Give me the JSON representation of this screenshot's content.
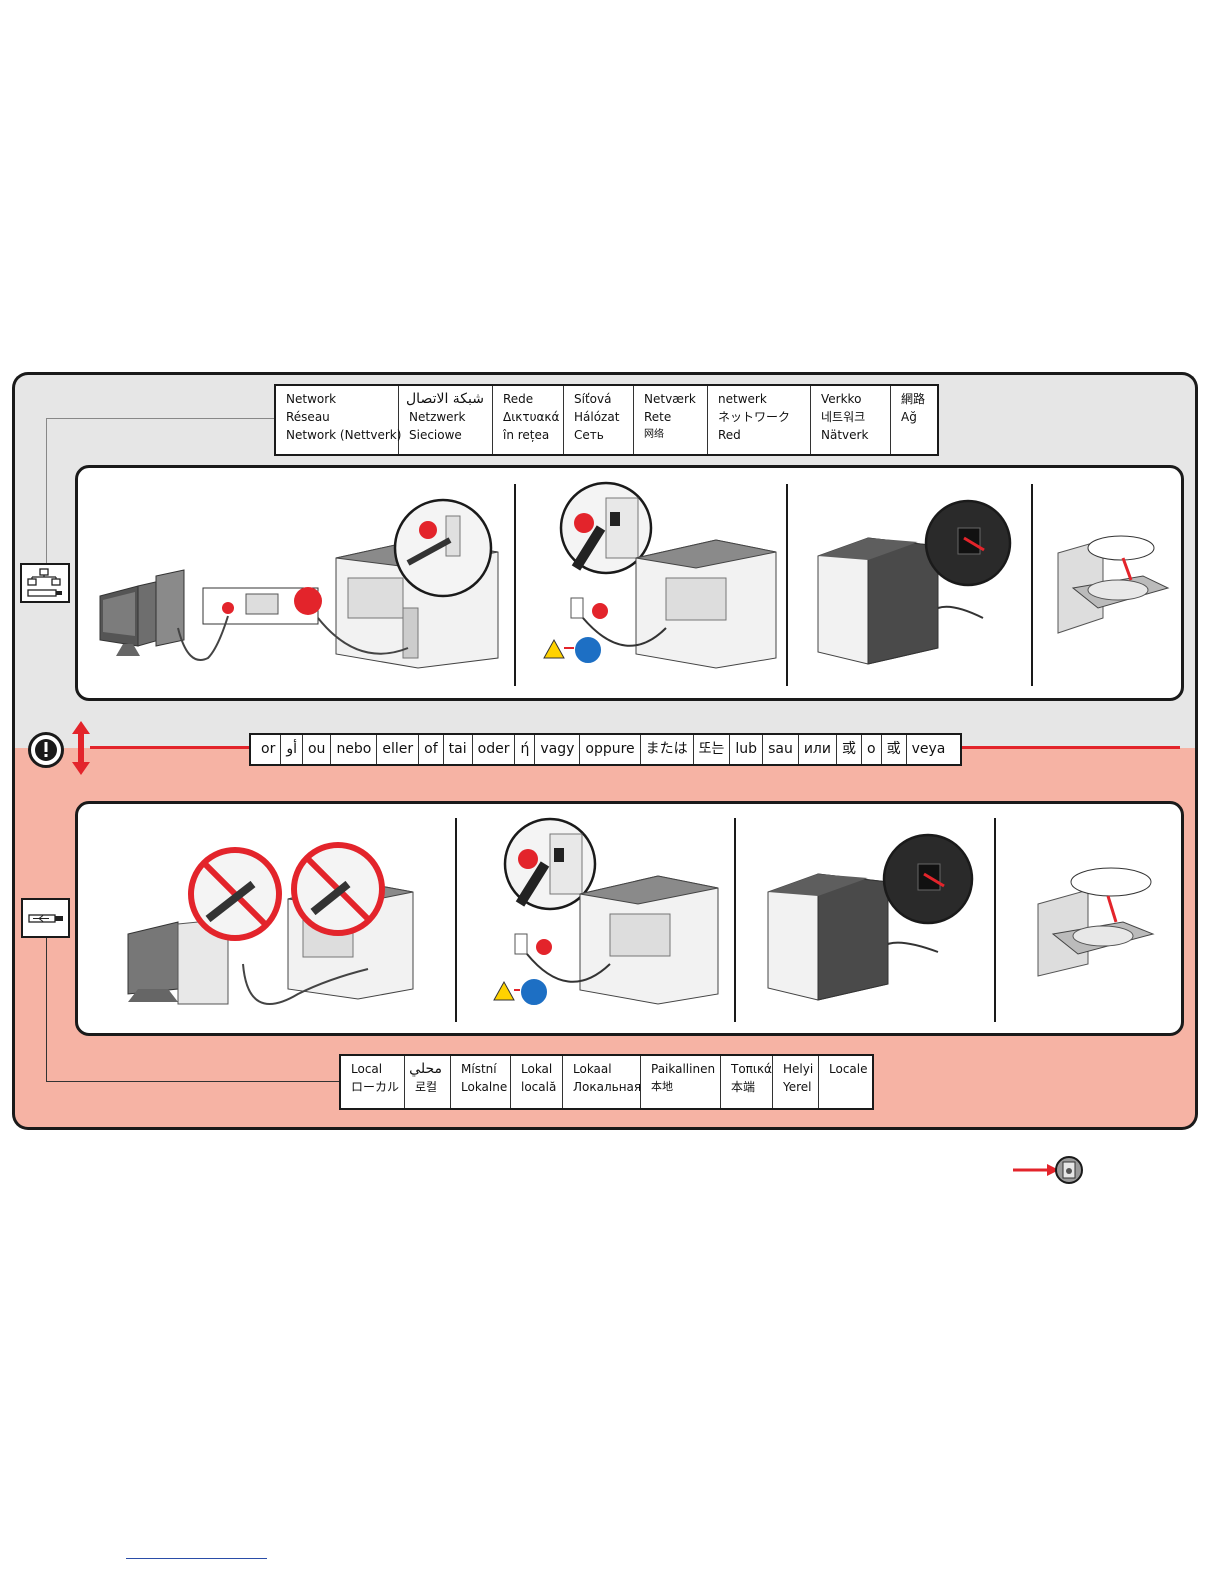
{
  "network_label": {
    "columns": [
      [
        "Network",
        "Réseau",
        "Network (Nettverk)"
      ],
      [
        "شبكة الاتصال",
        "Netzwerk",
        "Sieciowe"
      ],
      [
        "Rede",
        "Δικτυακά",
        "în rețea"
      ],
      [
        "Síťová",
        "Hálózat",
        "Сеть"
      ],
      [
        "Netværk",
        "Rete",
        "网络"
      ],
      [
        "netwerk",
        "ネットワーク",
        "Red"
      ],
      [
        "Verkko",
        "네트워크",
        "Nätverk"
      ],
      [
        "網路",
        "Ağ"
      ]
    ]
  },
  "or_label": {
    "words": [
      "or",
      "أو",
      "ou",
      "nebo",
      "eller",
      "of",
      "tai",
      "oder",
      "ή",
      "vagy",
      "oppure",
      "または",
      "또는",
      "lub",
      "sau",
      "или",
      "或",
      "o",
      "或",
      "veya"
    ]
  },
  "local_label": {
    "columns": [
      [
        "Local",
        "ローカル"
      ],
      [
        "محلي",
        "로컬"
      ],
      [
        "Místní",
        "Lokalne"
      ],
      [
        "Lokal",
        "locală"
      ],
      [
        "Lokaal",
        "Локальная"
      ],
      [
        "Paikallinen",
        "本地"
      ],
      [
        "Τοπικά",
        "本端"
      ],
      [
        "Helyi",
        "Yerel"
      ],
      [
        "Locale"
      ]
    ]
  },
  "colors": {
    "accent_red": "#e3242b",
    "top_background": "#e6e6e6",
    "bottom_background": "#f6b3a4",
    "outline": "#1a1a1a"
  },
  "icons": {
    "network_connection": "network-connection-icon",
    "usb_connection": "usb-connection-icon",
    "important_notice": "exclamation-icon",
    "next_page": "arrow-next-icon"
  }
}
